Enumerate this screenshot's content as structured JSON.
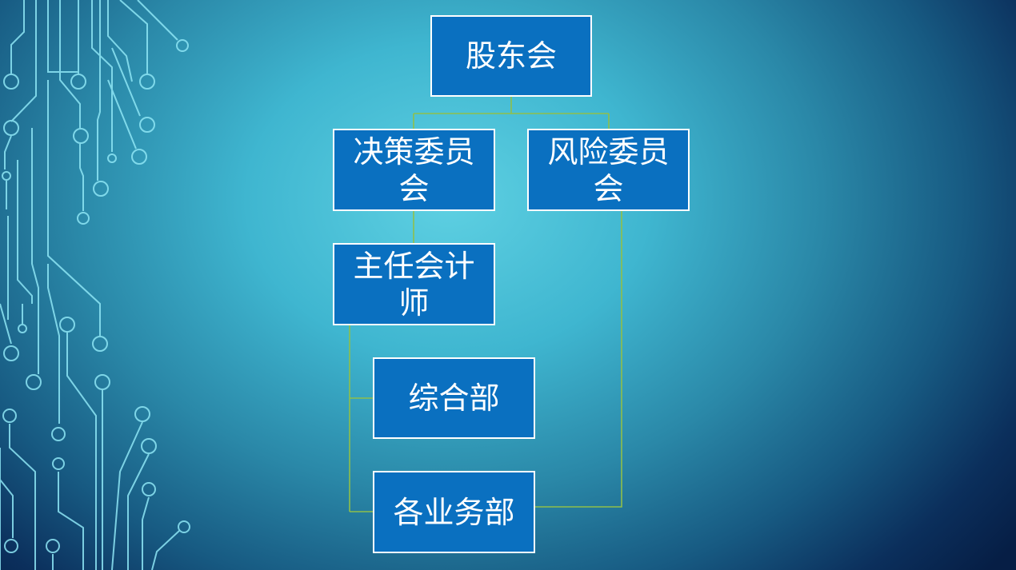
{
  "org_chart": {
    "root": "股东会",
    "decision_committee": "决策委员会",
    "risk_committee": "风险委员会",
    "chief_accountant": "主任会计师",
    "general_dept": "综合部",
    "business_depts": "各业务部"
  },
  "colors": {
    "node_fill": "#0a70c0",
    "node_border": "#ffffff",
    "connector": "#8fbf4a",
    "circuit": "#7fe3f2"
  }
}
